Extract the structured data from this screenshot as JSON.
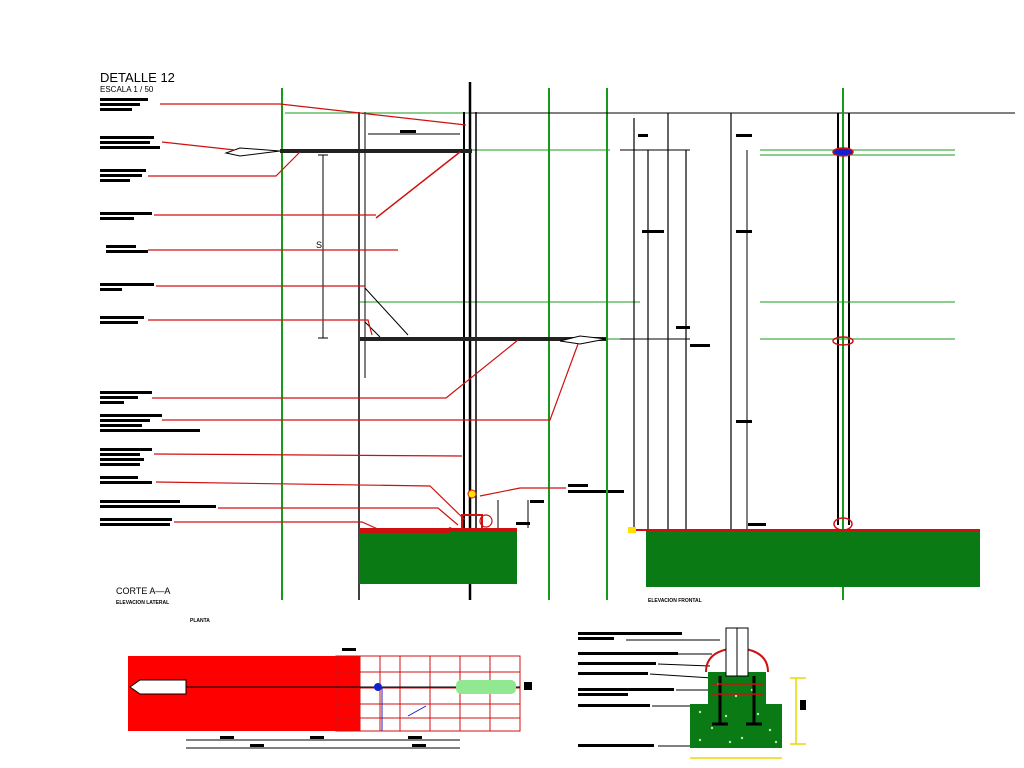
{
  "title": "DETALLE   12",
  "scale": "ESCALA 1 / 50",
  "section_a": "CORTE A—A",
  "section_a_sub": "ELEVACION LATERAL",
  "front_title": "ELEVACION FRONTAL",
  "plan_title": "PLANTA",
  "dim_s": "S",
  "colors": {
    "green_line": "#1a9a1a",
    "red_line": "#d01010",
    "fill_green": "#0a7a14",
    "fill_red": "#ff0000",
    "dark": "#000000",
    "blue": "#1020d0"
  }
}
